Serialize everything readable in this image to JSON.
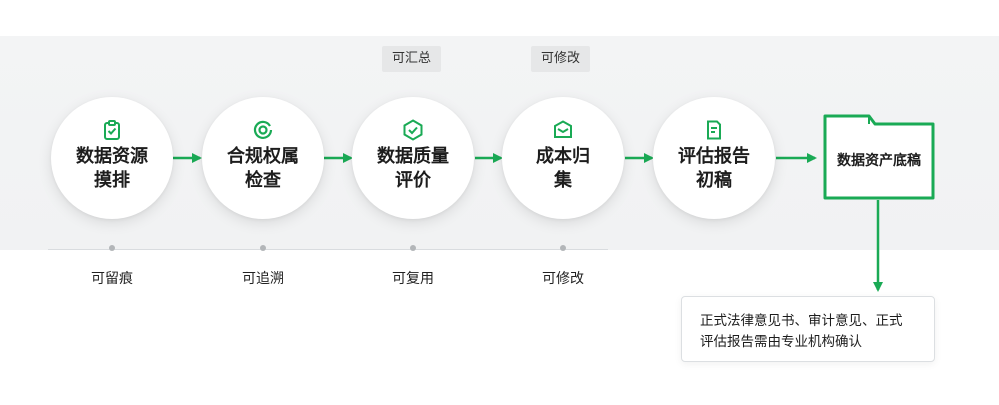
{
  "steps": [
    {
      "label_line1": "数据资源",
      "label_line2": "摸排",
      "icon": "clipboard-check-icon"
    },
    {
      "label_line1": "合规权属",
      "label_line2": "检查",
      "icon": "target-check-icon"
    },
    {
      "label_line1": "数据质量",
      "label_line2": "评价",
      "icon": "shield-check-icon"
    },
    {
      "label_line1": "成本归",
      "label_line2": "集",
      "icon": "folder-mail-icon"
    },
    {
      "label_line1": "评估报告",
      "label_line2": "初稿",
      "icon": "document-edit-icon"
    }
  ],
  "top_tags": [
    "可汇总",
    "可修改"
  ],
  "bottom_captions": [
    "可留痕",
    "可追溯",
    "可复用",
    "可修改"
  ],
  "final_output": {
    "label": "数据资产底稿",
    "icon": "folder-icon"
  },
  "note": {
    "line1": "正式法律意见书、审计意见、正式",
    "line2": "评估报告需由专业机构确认"
  },
  "colors": {
    "accent": "#1aaa55",
    "text": "#1d1d1d",
    "band": "#f2f3f4"
  }
}
